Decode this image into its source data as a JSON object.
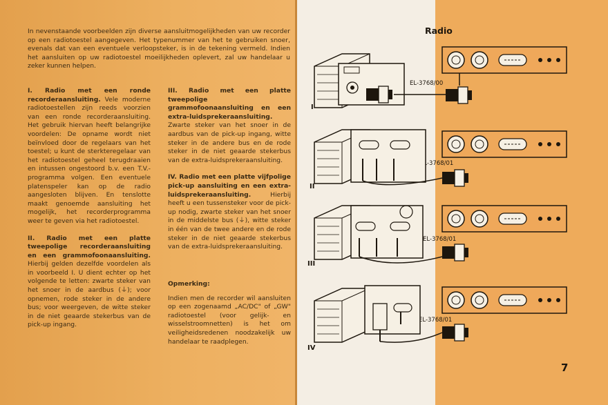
{
  "intro": "In nevenstaande voorbeelden zijn diverse aansluitmogelijkheden van uw recorder op een radiotoestel aangegeven. Het typenummer van het te gebruiken snoer, evenals dat van een eventuele verloopsteker, is in de tekening vermeld. Indien het aansluiten op uw radiotoestel moeilijkheden oplevert, zal uw handelaar u zeker kunnen helpen.",
  "section1": {
    "heading": "I. Radio met een ronde recorderaansluiting.",
    "body": " Vele moderne radiotoestellen zijn reeds voorzien van een ronde recorderaansluiting. Het gebruik hiervan heeft belangrijke voordelen: De opname wordt niet beïnvloed door de regelaars van het toestel; u kunt de sterkteregelaar van het radiotoestel geheel terugdraaien en intussen ongestoord b.v. een T.V.-programma volgen. Een eventuele platenspeler kan op de radio aangesloten blijven. En tenslotte maakt genoemde aansluiting het mogelijk, het recorderprogramma weer te geven via het radiotoestel."
  },
  "section2": {
    "heading": "II. Radio met een platte tweepolige recorderaansluiting en een grammofoonaansluiting.",
    "body": " Hierbij gelden dezelfde voordelen als in voorbeeld I. U dient echter op het volgende te letten: zwarte steker van het snoer in de aardbus (⏚); voor opnemen, rode steker in de andere bus; voor weergeven, de witte steker in de niet geaarde stekerbus van de pick-up ingang."
  },
  "section3": {
    "heading": "III. Radio met een platte tweepolige grammofoonaansluiting en een extra-luidsprekeraansluiting.",
    "body": " Zwarte steker van het snoer in de aardbus van de pick-up ingang, witte steker in de andere bus en de rode steker in de niet geaarde stekerbus van de extra-luidsprekeraansluiting."
  },
  "section4": {
    "heading": "IV. Radio met een platte vijfpolige pick-up aansluiting en een extra-luidsprekeraansluiting.",
    "body": " Hierbij heeft u een tussensteker voor de pick-up nodig, zwarte steker van het snoer in de middelste bus (⏚), witte steker in één van de twee andere en de rode steker in de niet geaarde stekerbus van de extra-luidsprekeraansluiting."
  },
  "remark": {
    "heading": "Opmerking:",
    "body": "Indien men de recorder wil aansluiten op een zogenaamd „AC/DC\" of „GW\" radiotoestel (voor gelijk- en wisselstroomnetten) is het om veiligheidsredenen noodzakelijk uw handelaar te raadplegen."
  },
  "right": {
    "title": "Radio",
    "page_number": "7",
    "diagrams": [
      {
        "numeral": "I",
        "cable": "EL-3768/00"
      },
      {
        "numeral": "II",
        "cable": "EL-3768/01"
      },
      {
        "numeral": "III",
        "cable": "EL-3768/01"
      },
      {
        "numeral": "IV",
        "cable": "EL-3768/01"
      }
    ]
  }
}
